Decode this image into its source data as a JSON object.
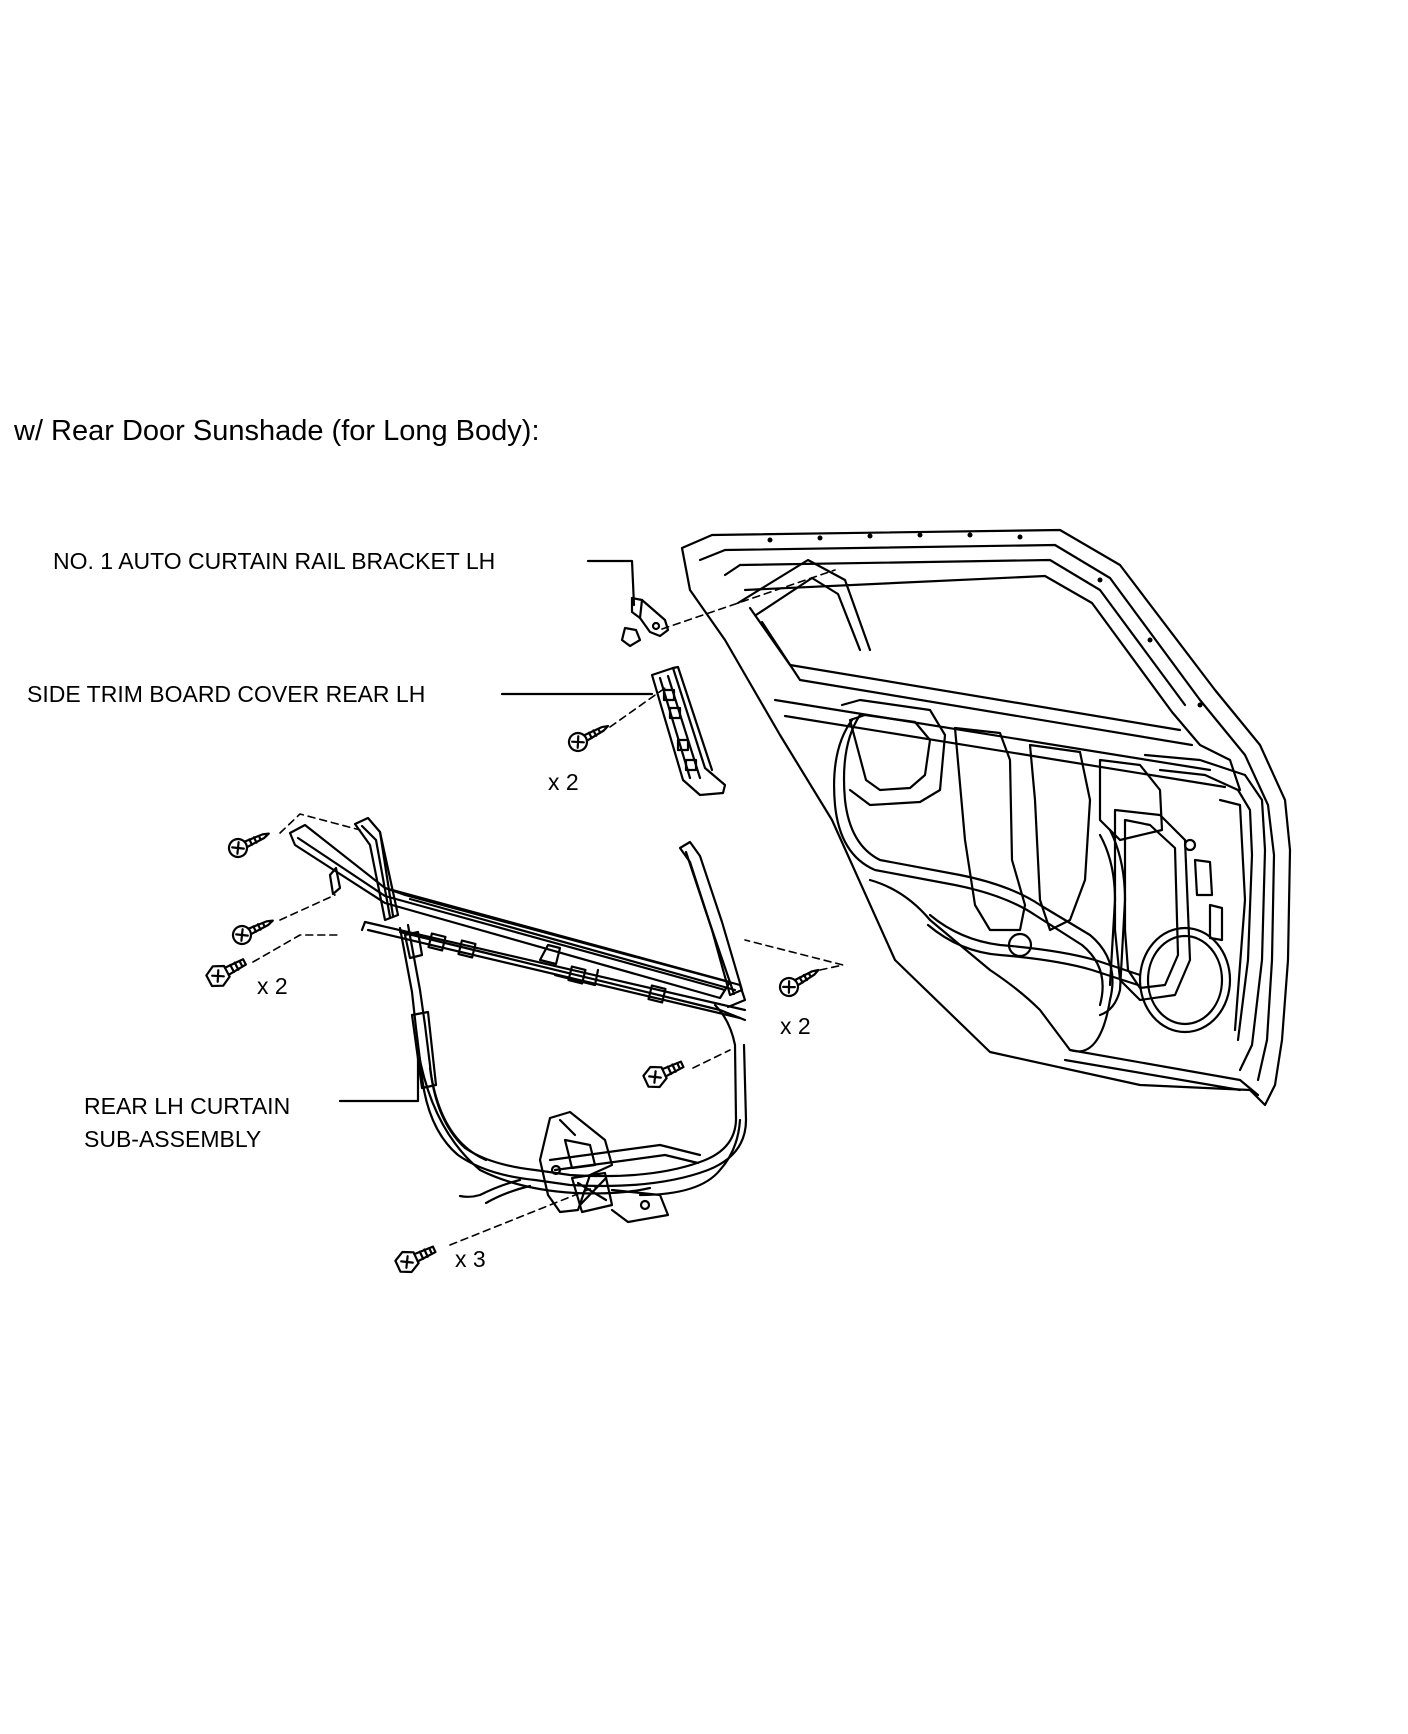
{
  "heading": "w/ Rear Door Sunshade (for Long Body):",
  "labels": {
    "bracket": "NO. 1 AUTO CURTAIN RAIL BRACKET LH",
    "trim_cover": "SIDE TRIM BOARD COVER REAR LH",
    "curtain_line1": "REAR LH CURTAIN",
    "curtain_line2": "SUB-ASSEMBLY"
  },
  "quantities": {
    "trim_cover_screws": "x 2",
    "left_bolts": "x 2",
    "right_screws": "x 2",
    "bottom_bolts": "x 3"
  }
}
